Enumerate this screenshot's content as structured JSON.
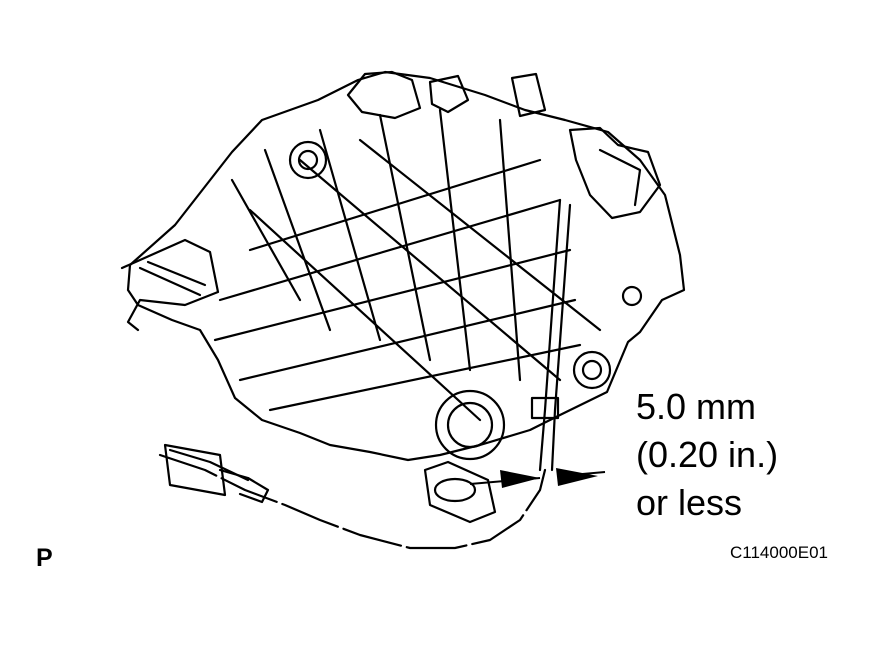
{
  "callout": {
    "line1": "5.0 mm",
    "line2": "(0.20 in.)",
    "line3": "or less"
  },
  "view_marker": "P",
  "figure_code": "C114000E01",
  "colors": {
    "ink": "#000000",
    "paper": "#ffffff"
  }
}
